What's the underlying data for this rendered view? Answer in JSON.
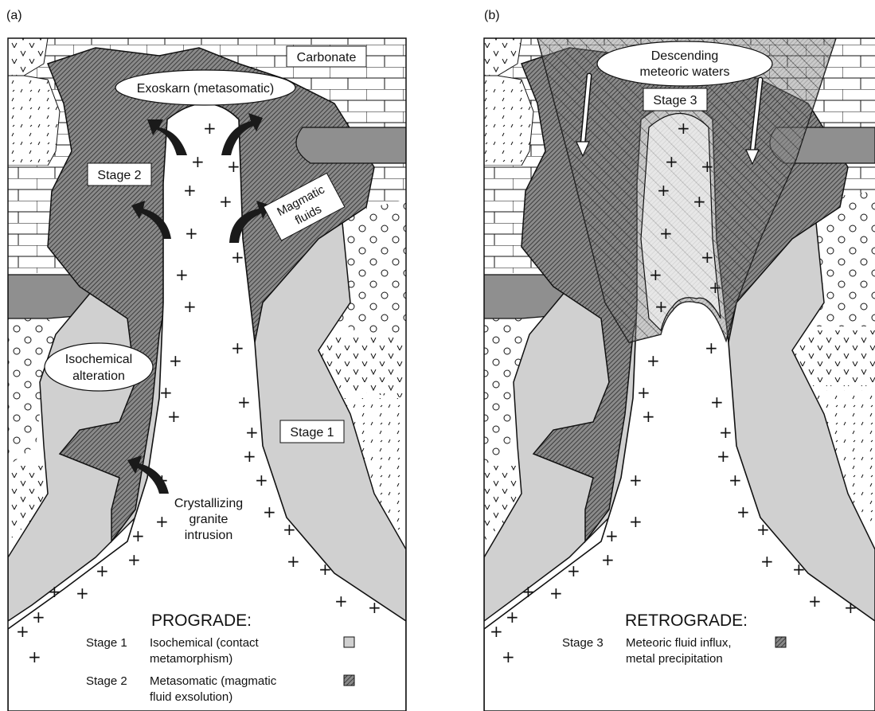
{
  "panel_a": {
    "tag": "(a)",
    "labels": {
      "carbonate": "Carbonate",
      "exoskarn": "Exoskarn (metasomatic)",
      "stage2": "Stage 2",
      "magmatic_line1": "Magmatic",
      "magmatic_line2": "fluids",
      "isochemical_line1": "Isochemical",
      "isochemical_line2": "alteration",
      "stage1": "Stage 1",
      "crystallizing_line1": "Crystallizing",
      "crystallizing_line2": "granite",
      "crystallizing_line3": "intrusion"
    },
    "legend": {
      "title": "PROGRADE:",
      "rows": [
        {
          "stage": "Stage 1",
          "line1": "Isochemical (contact",
          "line2": "metamorphism)"
        },
        {
          "stage": "Stage 2",
          "line1": "Metasomatic (magmatic",
          "line2": "fluid exsolution)"
        }
      ]
    }
  },
  "panel_b": {
    "tag": "(b)",
    "labels": {
      "descending_line1": "Descending",
      "descending_line2": "meteoric waters",
      "stage3": "Stage 3"
    },
    "legend": {
      "title": "RETROGRADE:",
      "rows": [
        {
          "stage": "Stage 3",
          "line1": "Meteoric fluid influx,",
          "line2": "metal precipitation"
        }
      ]
    }
  },
  "colors": {
    "light_grey": "#d0d0d0",
    "dark_grey": "#7a7a7a",
    "line": "#111111"
  }
}
